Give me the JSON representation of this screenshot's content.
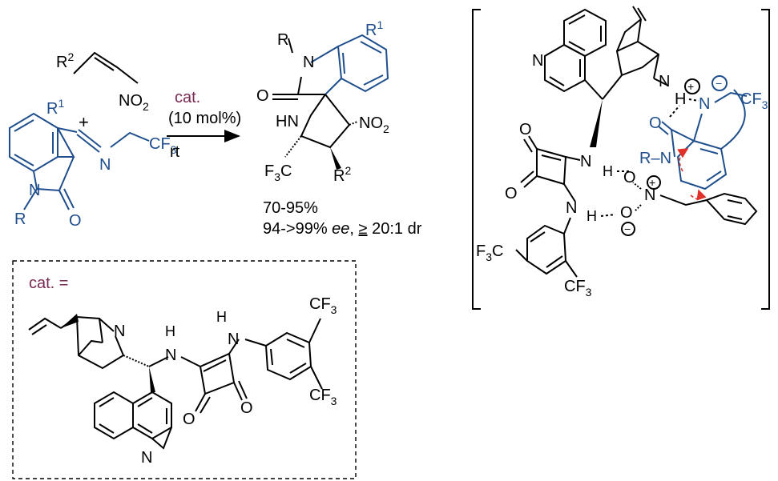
{
  "colors": {
    "reactant": "#1f4e8c",
    "catalyst_label": "#7a2a52",
    "arrow_red": "#e0302a",
    "ink": "#000000"
  },
  "nitroalkene": {
    "r2": "R",
    "r2_sup": "2",
    "no2": "NO",
    "no2_sub": "2"
  },
  "plus": "+",
  "isatin_imine": {
    "r1": "R",
    "r1_sup": "1",
    "n_imine": "N",
    "cf3": "CF",
    "cf3_sub": "3",
    "n_ring": "N",
    "r_n": "R",
    "o": "O"
  },
  "conditions": {
    "catalyst": "cat.",
    "loading": "(10 mol%)",
    "temp": "rt"
  },
  "product": {
    "r_n": "R",
    "n1": "N",
    "r1": "R",
    "r1_sup": "1",
    "o": "O",
    "nh": "HN",
    "no2": "NO",
    "no2_sub": "2",
    "f3c": "F",
    "f3c_sub": "3",
    "f3c_c": "C",
    "r2": "R",
    "r2_sup": "2"
  },
  "yield": "70-95%",
  "selectivity": {
    "ee_value": "94->99% ",
    "ee_label": "ee",
    "dr_sep": ", ",
    "geq": "≥",
    "dr_value": " 20:1 dr"
  },
  "catalyst_box": {
    "label": "cat. =",
    "cf3_top": "CF",
    "cf3_top_sub": "3",
    "cf3_bot": "CF",
    "cf3_bot_sub": "3",
    "h1": "H",
    "n1": "N",
    "h2": "H",
    "n2": "N",
    "n_quin": "N",
    "n_quinuclidine": "N",
    "o1": "O",
    "o2": "O"
  },
  "transition_state": {
    "n_quin": "N",
    "n_quinuclidine": "N",
    "h_plus": "H",
    "plus": "+",
    "minus": "−",
    "n_imine": "N",
    "cf3": "CF",
    "cf3_sub": "3",
    "o_isatin": "O",
    "rn": "R–N",
    "o_sq1": "O",
    "o_sq2": "O",
    "nh1": "N",
    "h1": "H",
    "o_nitro1": "O",
    "n_nitro": "N",
    "nh2": "N",
    "h2": "H",
    "o_nitro2": "O",
    "f3c": "F",
    "f3c_sub": "3",
    "f3c_c": "C",
    "cf3b": "CF",
    "cf3b_sub": "3"
  }
}
